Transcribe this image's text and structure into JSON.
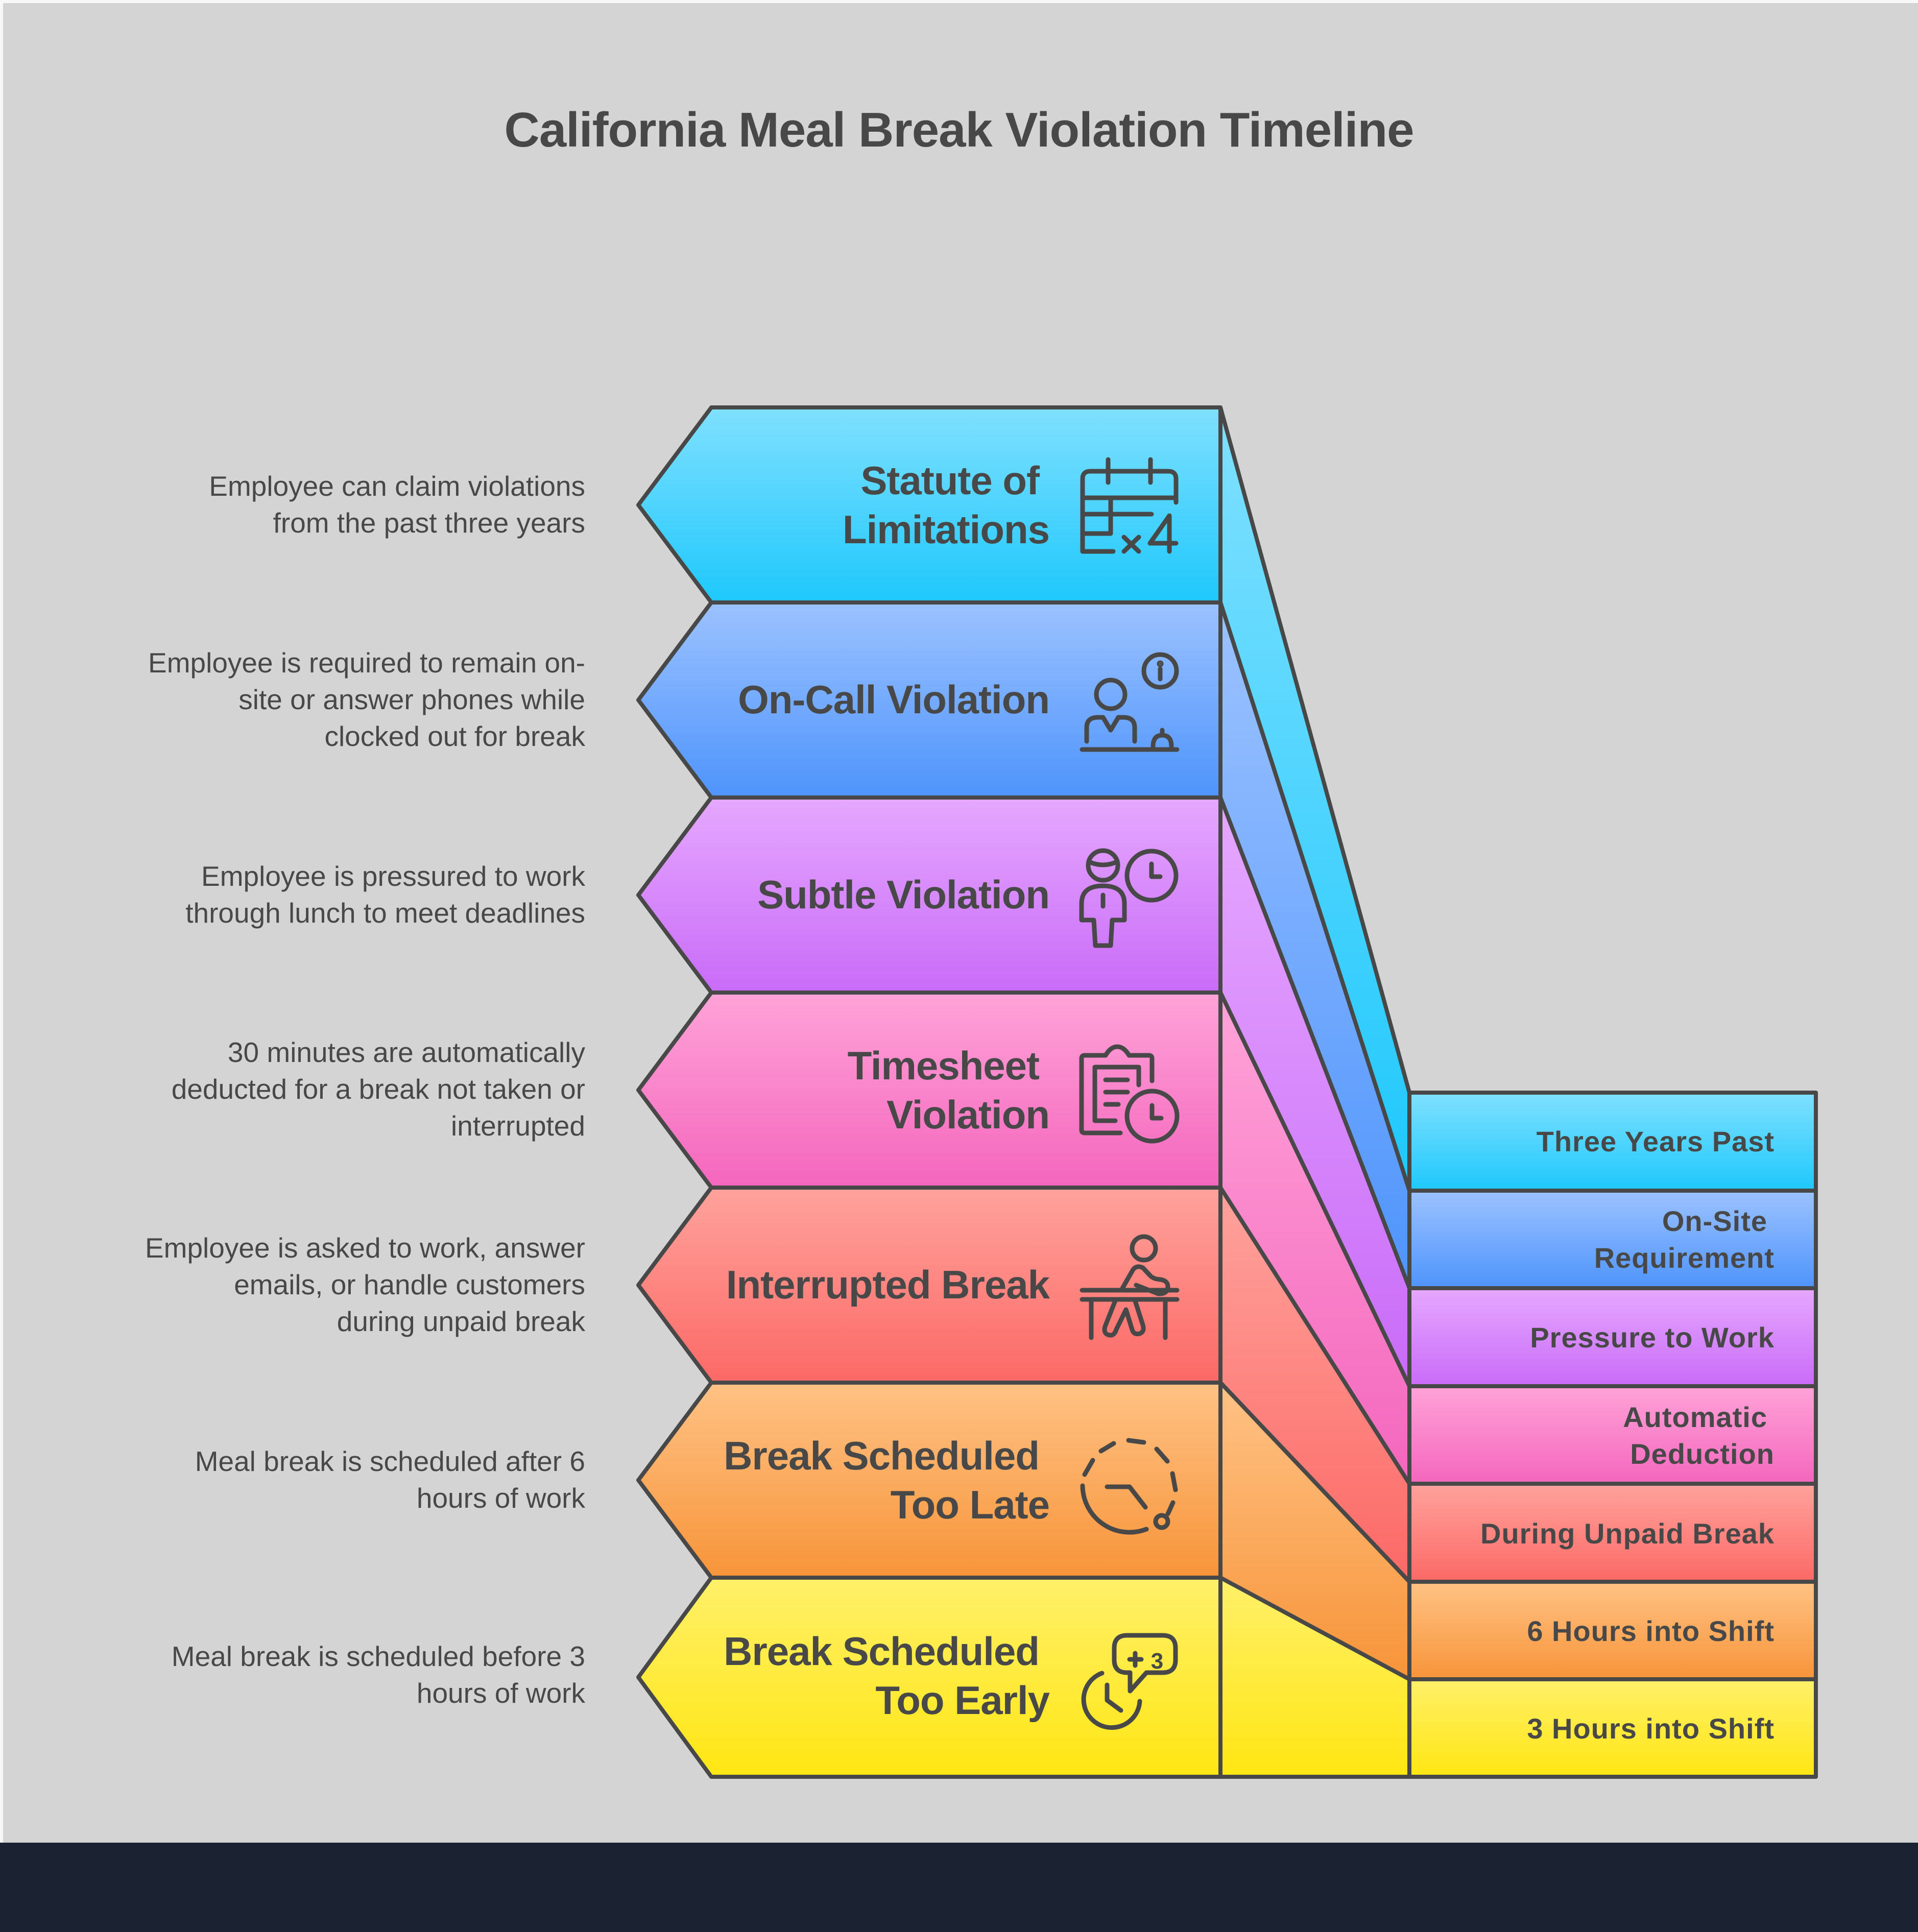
{
  "title": "California Meal Break Violation Timeline",
  "colors": {
    "background": "#d4d4d4",
    "outline": "#484848",
    "footer": "#1b2333"
  },
  "stages": [
    {
      "label_line1": "Statute of",
      "label_line2": "Limitations",
      "description_lines": [
        "Employee can claim violations",
        "from the past three years"
      ],
      "timing_lines": [
        "Three Years Past"
      ],
      "icon": "calendar-x4-icon",
      "color_top": "#80e0ff",
      "color_bottom": "#1ec8fc"
    },
    {
      "label_line1": "On-Call Violation",
      "label_line2": "",
      "description_lines": [
        "Employee is required to remain on-",
        "site or answer phones while",
        "clocked out for break"
      ],
      "timing_lines": [
        "On-Site",
        "Requirement"
      ],
      "icon": "receptionist-info-icon",
      "color_top": "#9cc2ff",
      "color_bottom": "#4e94fc"
    },
    {
      "label_line1": "Subtle Violation",
      "label_line2": "",
      "description_lines": [
        "Employee is pressured to work",
        "through lunch to meet deadlines"
      ],
      "timing_lines": [
        "Pressure to Work"
      ],
      "icon": "person-clock-icon",
      "color_top": "#e6a8ff",
      "color_bottom": "#c96bf8"
    },
    {
      "label_line1": "Timesheet",
      "label_line2": "Violation",
      "description_lines": [
        "30 minutes are automatically",
        "deducted for a break not taken or",
        "interrupted"
      ],
      "timing_lines": [
        "Automatic",
        "Deduction"
      ],
      "icon": "clipboard-clock-icon",
      "color_top": "#ffa3d8",
      "color_bottom": "#f466bd"
    },
    {
      "label_line1": "Interrupted Break",
      "label_line2": "",
      "description_lines": [
        "Employee is asked to work, answer",
        "emails, or handle customers",
        "during unpaid break"
      ],
      "timing_lines": [
        "During Unpaid Break"
      ],
      "icon": "person-at-desk-icon",
      "color_top": "#ffa29c",
      "color_bottom": "#fc6966"
    },
    {
      "label_line1": "Break Scheduled",
      "label_line2": "Too Late",
      "description_lines": [
        "Meal break is scheduled after 6",
        "hours of work"
      ],
      "timing_lines": [
        "6 Hours into Shift"
      ],
      "icon": "dashed-clock-icon",
      "color_top": "#ffc285",
      "color_bottom": "#f79439"
    },
    {
      "label_line1": "Break Scheduled",
      "label_line2": "Too Early",
      "description_lines": [
        "Meal break is scheduled before 3",
        "hours of work"
      ],
      "timing_lines": [
        "3 Hours into Shift"
      ],
      "icon": "clock-plus3-icon",
      "color_top": "#fff06a",
      "color_bottom": "#ffe612"
    }
  ]
}
